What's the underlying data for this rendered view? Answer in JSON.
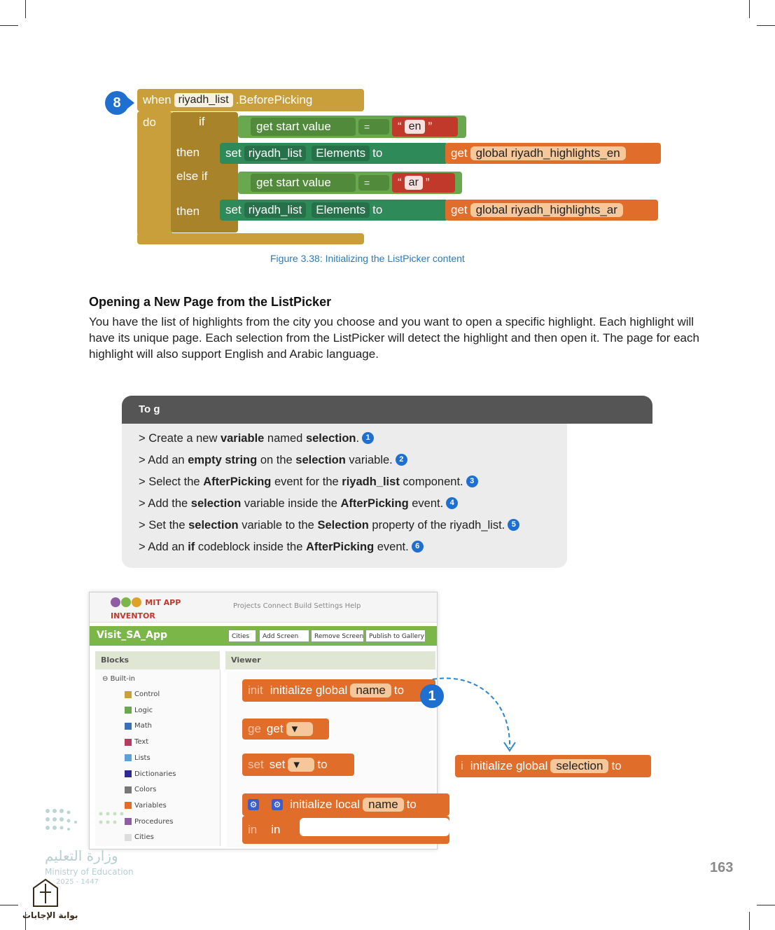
{
  "figure_blocks": {
    "step_badge": "8",
    "when": "when",
    "component": "riyadh_list",
    "event": ".BeforePicking",
    "do": "do",
    "if": "if",
    "then1": "then",
    "else_if": "else if",
    "then2": "then",
    "get_start_value": "get start value",
    "eq": "=",
    "text_en": "en",
    "text_ar": "ar",
    "set": "set",
    "elements": "Elements",
    "to": "to",
    "get": "get",
    "global_en": "global riyadh_highlights_en",
    "global_ar": "global riyadh_highlights_ar",
    "caption": "Figure 3.38: Initializing the ListPicker content"
  },
  "section": {
    "heading": "Opening a New Page from the ListPicker",
    "paragraph": "You have the list of highlights from the city you choose and you want to open a specific highlight. Each highlight will have its unique page. Each selection from the ListPicker will detect the highlight and then open it. The page for each highlight will also support English and Arabic language."
  },
  "task": {
    "header": "To g",
    "steps": [
      {
        "pre": "> Create a new ",
        "b1": "variable",
        "mid": " named ",
        "b2": "selection",
        "post": ".",
        "n": "1"
      },
      {
        "pre": "> Add an ",
        "b1": "empty string",
        "mid": " on the ",
        "b2": "selection",
        "post": " variable.",
        "n": "2"
      },
      {
        "pre": "> Select the ",
        "b1": "AfterPicking",
        "mid": " event for the ",
        "b2": "riyadh_list",
        "post": " component.",
        "n": "3"
      },
      {
        "pre": "> Add the ",
        "b1": "selection",
        "mid": " variable inside the ",
        "b2": "AfterPicking",
        "post": " event.",
        "n": "4"
      },
      {
        "pre": "> Set the ",
        "b1": "selection",
        "mid": " variable to the ",
        "b2": "Selection",
        "post": " property of the riyadh_list.",
        "n": "5"
      },
      {
        "pre": "> Add an ",
        "b1": "if",
        "mid": " codeblock inside the ",
        "b2": "AfterPicking",
        "post": " event.",
        "n": "6"
      }
    ]
  },
  "ide": {
    "logo": "MIT APP INVENTOR",
    "menu": "Projects  Connect  Build  Settings  Help",
    "project": "Visit_SA_App",
    "screen_btn": "Cities",
    "btn_add": "Add Screen",
    "btn_remove": "Remove Screen",
    "btn_publish": "Publish to Gallery",
    "blocks_header": "Blocks",
    "viewer_header": "Viewer",
    "builtin": "Built-in",
    "tree": [
      "Control",
      "Logic",
      "Math",
      "Text",
      "Lists",
      "Dictionaries",
      "Colors",
      "Variables",
      "Procedures",
      "Cities"
    ],
    "tree_colors": [
      "#c89f3a",
      "#6aa84f",
      "#3b6fb6",
      "#b83b5e",
      "#5ba0d8",
      "#2c2a8f",
      "#777777",
      "#e06d2a",
      "#8e5ea2",
      "#dddddd"
    ],
    "init_global": "initialize global",
    "name": "name",
    "to": "to",
    "get": "get",
    "set": "set",
    "init_local": "initialize local",
    "in": "in",
    "init": "init",
    "selection": "selection",
    "step_badge": "1"
  },
  "footer": {
    "ministry_ar": "وزارة التعليم",
    "ministry_en": "Ministry of Education",
    "year": "2025 - 1447",
    "brand_ar": "بوابة الإجابات",
    "page": "163"
  }
}
